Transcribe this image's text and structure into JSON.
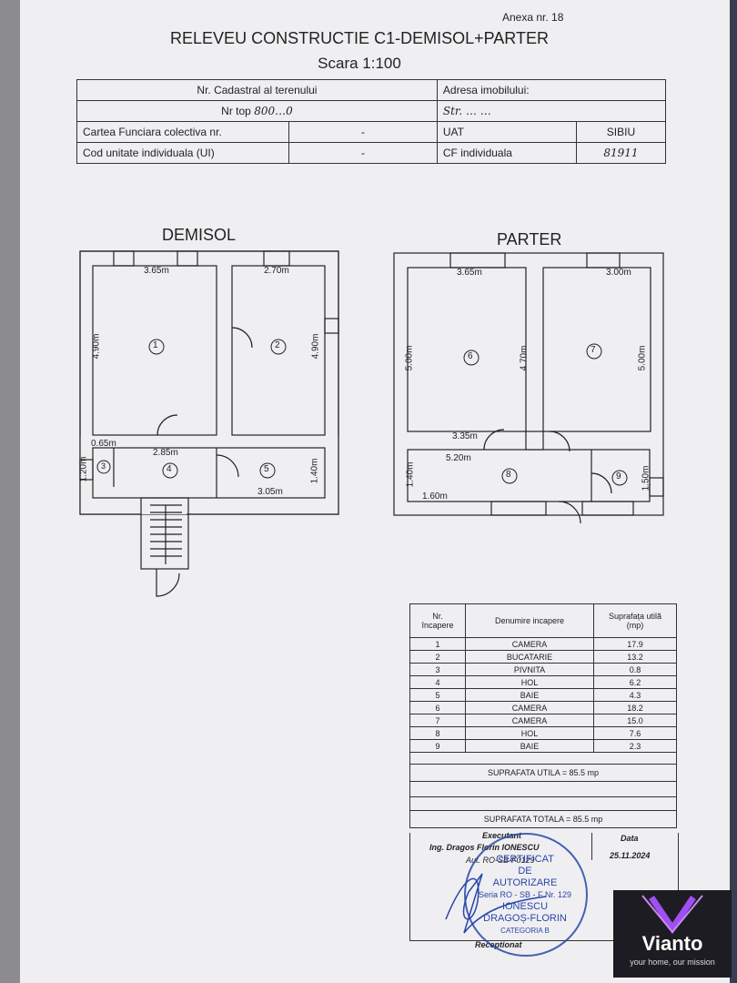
{
  "document": {
    "annex": "Anexa nr. 18",
    "title": "RELEVEU CONSTRUCTIE C1-DEMISOL+PARTER",
    "scale": "Scara 1:100"
  },
  "meta_table": {
    "cadastral_label": "Nr. Cadastral al terenului",
    "address_label": "Adresa imobilului:",
    "nrtop_label": "Nr top",
    "nrtop_value": "800…0",
    "address_value": "Str. … …",
    "carte_label": "Cartea Funciara colectiva nr.",
    "carte_value": "-",
    "uat_label": "UAT",
    "uat_value": "SIBIU",
    "cod_label": "Cod unitate individuala (UI)",
    "cod_value": "-",
    "cf_label": "CF individuala",
    "cf_value": "81911"
  },
  "plans": {
    "demisol_title": "DEMISOL",
    "parter_title": "PARTER",
    "demisol_dims": [
      "3.65m",
      "2.70m",
      "4.90m",
      "4.90m",
      "0.65m",
      "2.85m",
      "1.20m",
      "1.40m",
      "3.05m"
    ],
    "parter_dims": [
      "3.65m",
      "3.00m",
      "5.00m",
      "4.70m",
      "5.00m",
      "3.35m",
      "5.20m",
      "1.40m",
      "1.60m",
      "1.50m"
    ],
    "room_numbers": [
      "1",
      "2",
      "3",
      "4",
      "5",
      "6",
      "7",
      "8",
      "9"
    ]
  },
  "rooms_table": {
    "col_nr": "Nr.",
    "col_nr2": "încapere",
    "col_name": "Denumire incapere",
    "col_area": "Suprafața utilă",
    "col_area2": "(mp)",
    "rows": [
      {
        "nr": "1",
        "name": "CAMERA",
        "area": "17.9"
      },
      {
        "nr": "2",
        "name": "BUCATARIE",
        "area": "13.2"
      },
      {
        "nr": "3",
        "name": "PIVNITA",
        "area": "0.8"
      },
      {
        "nr": "4",
        "name": "HOL",
        "area": "6.2"
      },
      {
        "nr": "5",
        "name": "BAIE",
        "area": "4.3"
      },
      {
        "nr": "6",
        "name": "CAMERA",
        "area": "18.2"
      },
      {
        "nr": "7",
        "name": "CAMERA",
        "area": "15.0"
      },
      {
        "nr": "8",
        "name": "HOL",
        "area": "7.6"
      },
      {
        "nr": "9",
        "name": "BAIE",
        "area": "2.3"
      }
    ],
    "total_util": "SUPRAFATA UTILA = 85.5 mp",
    "total_totala": "SUPRAFATA TOTALA = 85.5 mp"
  },
  "signature": {
    "executant_label": "Executant",
    "data_label": "Data",
    "engineer": "Ing. Dragos Florin IONESCU",
    "aut": "Aut. RO-SB-F0129",
    "date": "25.11.2024",
    "receptionat": "Receptionat",
    "stamp_lines": [
      "CERTIFICAT",
      "DE",
      "AUTORIZARE",
      "Seria RO - SB - F Nr. 129",
      "IONESCU",
      "DRAGOȘ-FLORIN",
      "CATEGORIA B"
    ]
  },
  "watermark": {
    "brand": "Vianto",
    "tagline": "your home, our mission"
  },
  "colors": {
    "paper": "#efeff2",
    "ink": "#222222",
    "stamp": "#2a45a8",
    "logo_bg": "#1c1c22",
    "logo_purple": "#a04ff0"
  }
}
